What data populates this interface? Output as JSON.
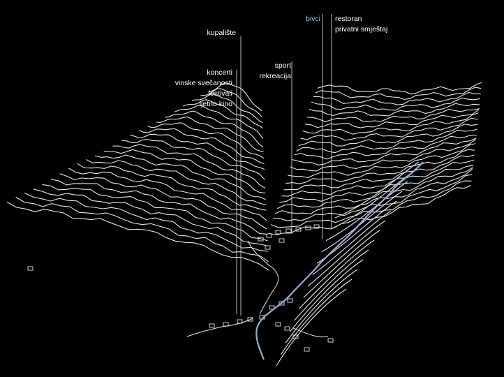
{
  "colors": {
    "background": "#000000",
    "contour": "#e8e8e8",
    "river": "#8fb3d4",
    "label_text": "#ffffff",
    "accent_label": "#9fc6ea",
    "leader": "#d0d0d0"
  },
  "labels": {
    "kupaliste": [
      "kupalište"
    ],
    "koncerti": [
      "koncerti",
      "vinske svečanosti",
      "festivali",
      "ljetno kino"
    ],
    "sport": [
      "sport",
      "rekreacija"
    ],
    "bivci": [
      "bivci"
    ],
    "restoran": [
      "restoran",
      "privatni smještaj"
    ]
  }
}
